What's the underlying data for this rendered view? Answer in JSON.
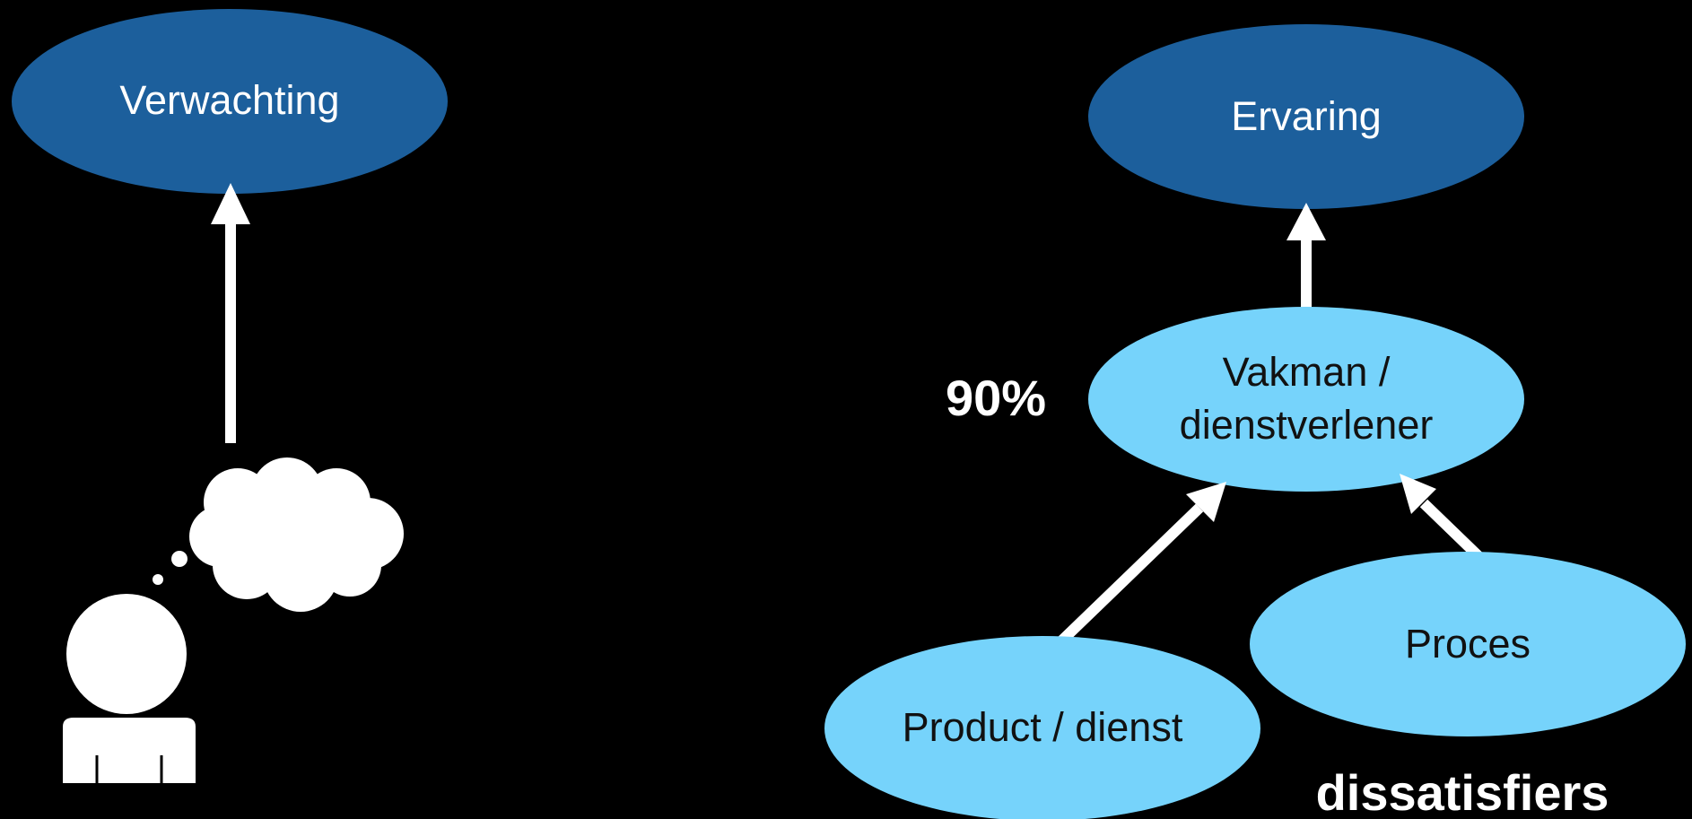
{
  "colors": {
    "background": "#000000",
    "dark_node": "#1c5f9c",
    "light_node": "#76d3fb",
    "arrow": "#ffffff",
    "dark_node_text": "#ffffff",
    "light_node_text": "#111111"
  },
  "nodes": {
    "verwachting": "Verwachting",
    "ervaring": "Ervaring",
    "vakman_line1": "Vakman /",
    "vakman_line2": "dienstverlener",
    "product": "Product / dienst",
    "proces": "Proces"
  },
  "labels": {
    "percentage": "90%",
    "dissatisfiers": "dissatisfiers"
  },
  "icons": {
    "person": "person-icon",
    "thought": "thought-cloud-icon"
  }
}
